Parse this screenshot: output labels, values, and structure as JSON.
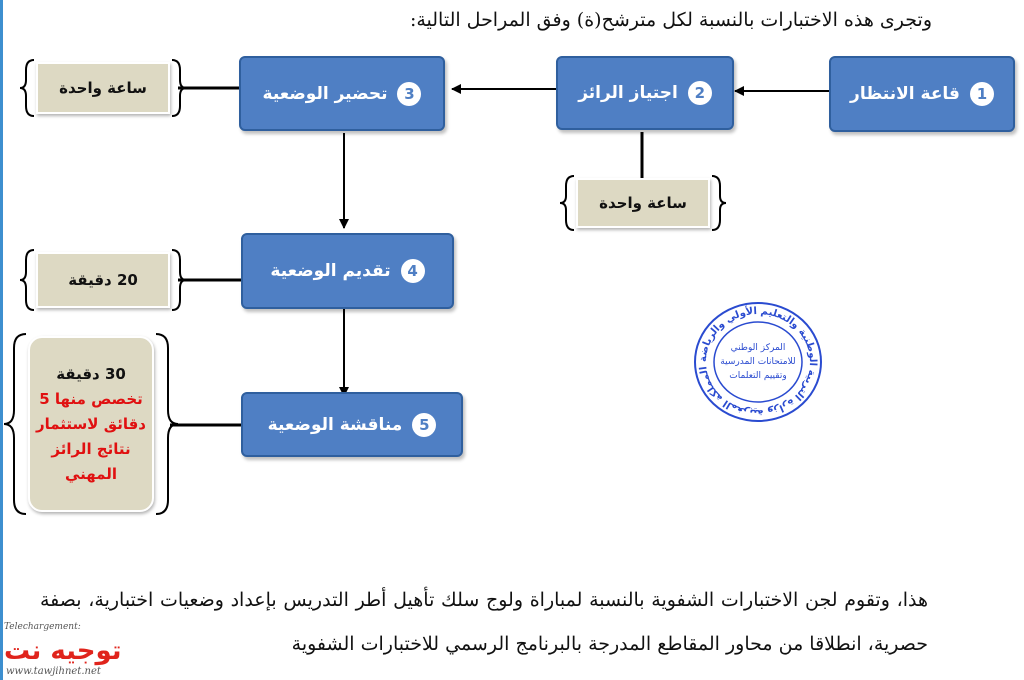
{
  "intro": "وتجرى هذه الاختبارات بالنسبة لكل مترشح(ة) وفق المراحل التالية:",
  "stages": [
    {
      "num": "1",
      "label": "قاعة الانتظار"
    },
    {
      "num": "2",
      "label": "اجتياز الرائز"
    },
    {
      "num": "3",
      "label": "تحضير الوضعية"
    },
    {
      "num": "4",
      "label": "تقديم الوضعية"
    },
    {
      "num": "5",
      "label": "مناقشة الوضعية"
    }
  ],
  "durations": {
    "prep": "ساعة واحدة",
    "test": "ساعة واحدة",
    "present": "20 دقيقة",
    "discussion": {
      "line1": "30 دقيقة",
      "line2": "تخصص منها 5",
      "line3": "دقائق لاستثمار",
      "line4": "نتائج الرائز",
      "line5": "المهني"
    }
  },
  "footer": "هذا، وتقوم لجن الاختبارات الشفوية بالنسبة لمباراة ولوج سلك تأهيل أطر التدريس بإعداد وضعيات اختبارية، بصفة حصرية، انطلاقا من محاور المقاطع المدرجة بالبرنامج الرسمي للاختبارات الشفوية",
  "stamp": {
    "ring": "المملكة المغربية وزارة التربية الوطنية والتعليم الأولي والرياضة",
    "line1": "المركز الوطني",
    "line2": "للامتحانات المدرسية",
    "line3": "وتقييم التعلمات"
  },
  "watermark": {
    "tag": "Telechargement:",
    "brand": "توجيه نت",
    "url": "www.tawjihnet.net"
  },
  "colors": {
    "stage_fill": "#4f7fc4",
    "stage_border": "#2f5f9e",
    "duration_fill": "#ddd9c3",
    "highlight_red": "#e01010",
    "stamp_blue": "#2a4bd0"
  }
}
